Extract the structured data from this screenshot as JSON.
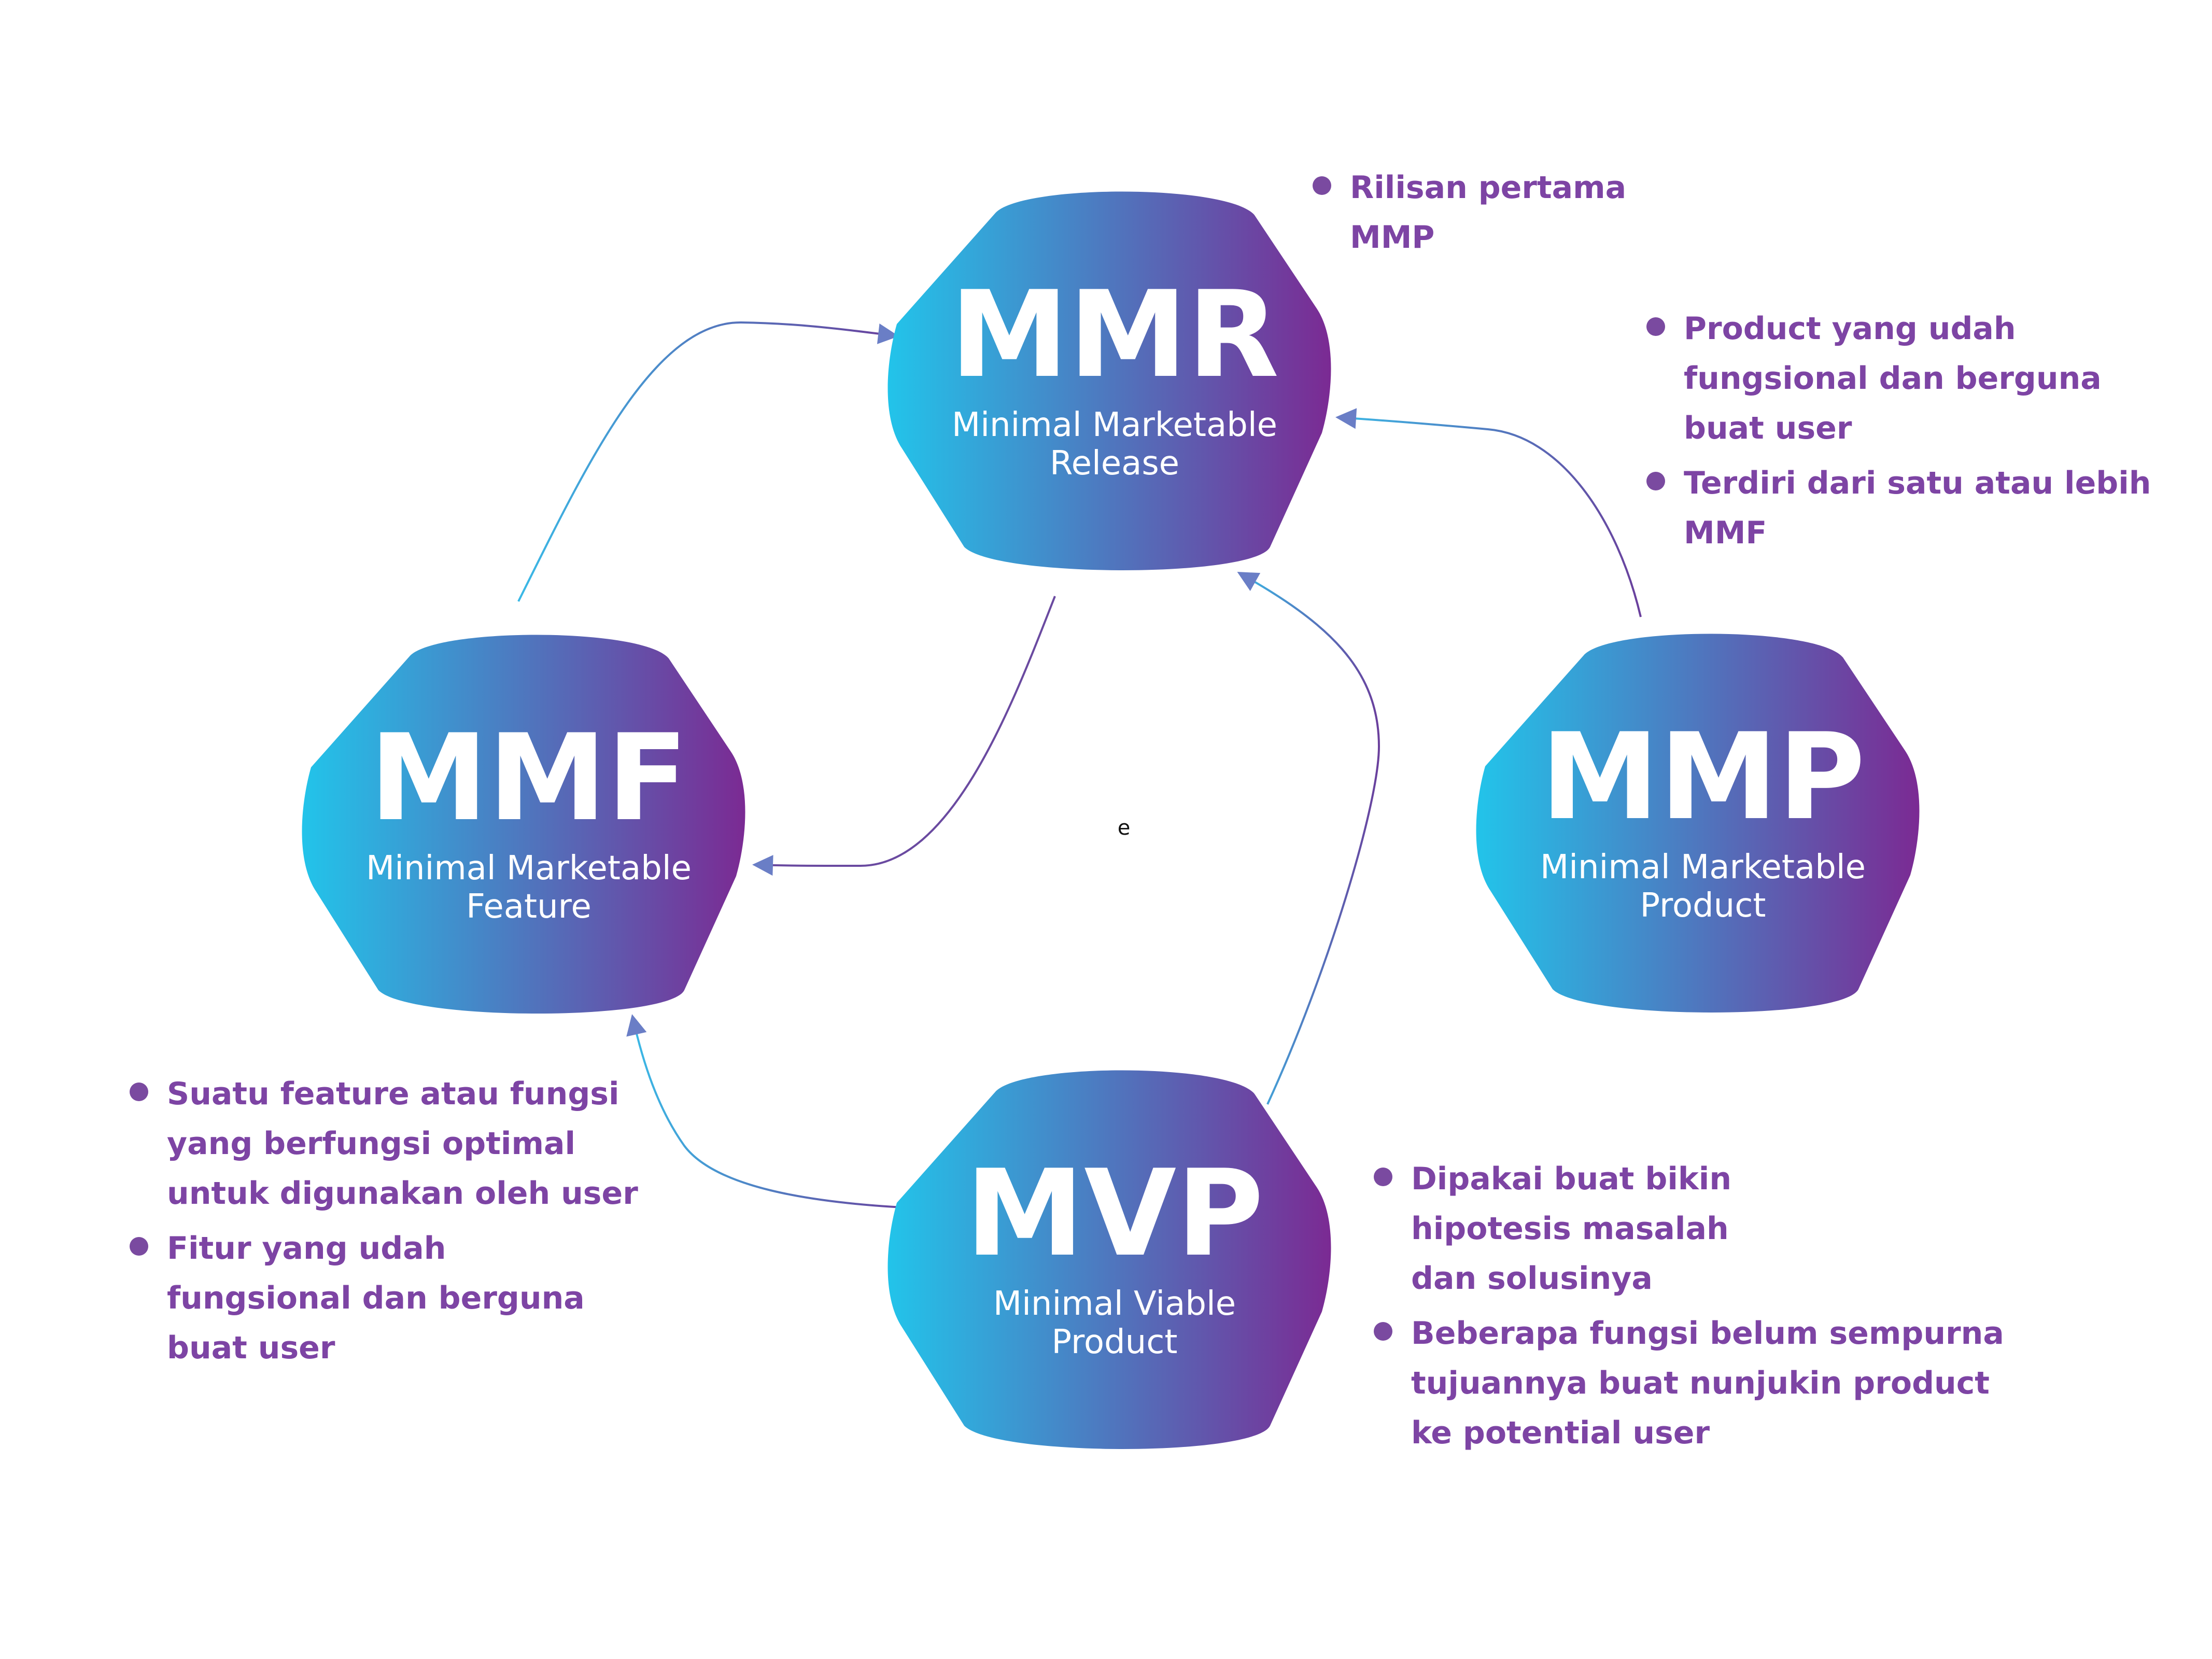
{
  "nodes": {
    "mmr": {
      "abbr": "MMR",
      "subtitle_line1": "Minimal Marketable",
      "subtitle_line2": "Release"
    },
    "mmf": {
      "abbr": "MMF",
      "subtitle_line1": "Minimal Marketable",
      "subtitle_line2": "Feature"
    },
    "mmp": {
      "abbr": "MMP",
      "subtitle_line1": "Minimal Marketable",
      "subtitle_line2": "Product"
    },
    "mvp": {
      "abbr": "MVP",
      "subtitle_line1": "Minimal Viable",
      "subtitle_line2": "Product"
    }
  },
  "notes": {
    "mmr": [
      "Rilisan pertama\nMMP"
    ],
    "mmp": [
      "Product yang udah\nfungsional dan berguna\nbuat user",
      "Terdiri dari satu atau lebih\nMMF"
    ],
    "mmf": [
      "Suatu feature atau fungsi\nyang berfungsi optimal\nuntuk digunakan oleh user",
      "Fitur yang udah\nfungsional dan berguna\nbuat user"
    ],
    "mvp": [
      "Dipakai buat bikin\nhipotesis masalah\ndan solusinya",
      "Beberapa fungsi belum sempurna\ntujuannya buat nunjukin product\nke potential user"
    ]
  },
  "stray_label": "e",
  "colors": {
    "gradient_start": "#22c4ea",
    "gradient_end": "#7b2a93",
    "note_text": "#7d44a4",
    "bullet": "#7a4aa0"
  }
}
